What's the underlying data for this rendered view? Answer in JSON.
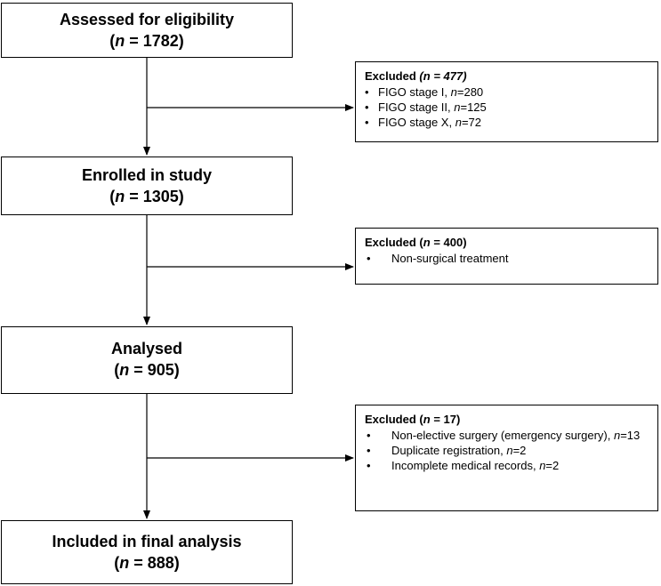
{
  "stages": [
    {
      "title": "Assessed for eligibility",
      "n_label": "n",
      "n_value": " = 1782"
    },
    {
      "title": "Enrolled in study",
      "n_label": "n",
      "n_value": " = 1305"
    },
    {
      "title": "Analysed",
      "n_label": "n",
      "n_value": " = 905"
    },
    {
      "title": "Included in final analysis",
      "n_label": "n",
      "n_value": " = 888"
    }
  ],
  "exclusions": [
    {
      "head_text": "Excluded ",
      "n_label": "n",
      "n_value": " = 477",
      "items": [
        {
          "text": "FIGO stage I, ",
          "n_label": "n",
          "n_value": "=280"
        },
        {
          "text": "FIGO stage II, ",
          "n_label": "n",
          "n_value": "=125"
        },
        {
          "text": "FIGO stage X, ",
          "n_label": "n",
          "n_value": "=72"
        }
      ]
    },
    {
      "head_text": "Excluded ",
      "n_label": "n",
      "n_value": " = 400",
      "items": [
        {
          "text": "Non-surgical treatment"
        }
      ]
    },
    {
      "head_text": "Excluded ",
      "n_label": "n",
      "n_value": " = 17",
      "items": [
        {
          "text": "Non-elective surgery (emergency surgery), ",
          "n_label": "n",
          "n_value": "=13"
        },
        {
          "text": "Duplicate registration, ",
          "n_label": "n",
          "n_value": "=2"
        },
        {
          "text": "Incomplete medical records, ",
          "n_label": "n",
          "n_value": "=2"
        }
      ]
    }
  ]
}
